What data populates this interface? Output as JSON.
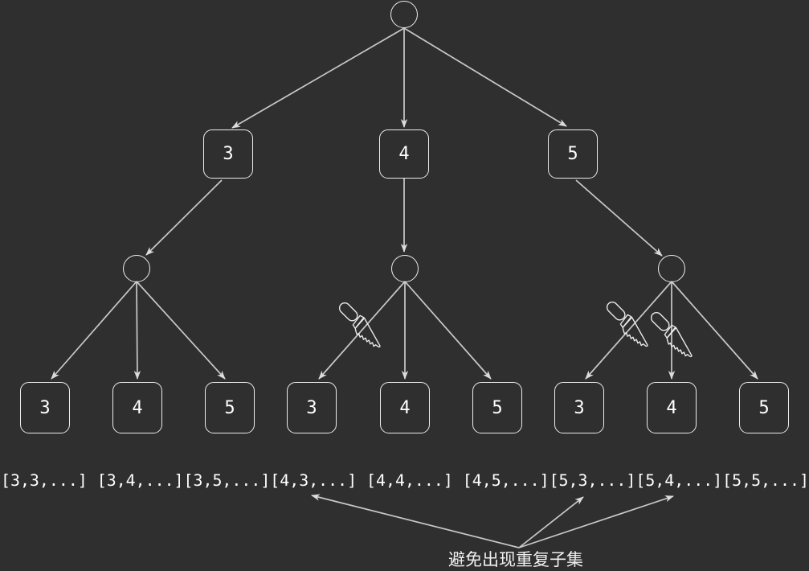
{
  "diagram": {
    "title_hint": "subset enumeration tree",
    "root_label": "",
    "level1_labels": [
      "3",
      "4",
      "5"
    ],
    "leaf_labels": [
      "3",
      "4",
      "5",
      "3",
      "4",
      "5",
      "3",
      "4",
      "5"
    ],
    "pruned_branches": [
      "4→3",
      "5→3",
      "5→4"
    ],
    "subsets_line": "[3,3,...] [3,4,...][3,5,...][4,3,...] [4,4,...] [4,5,...][5,3,...][5,4,...][5,5,...]",
    "caption": "避免出现重复子集"
  },
  "icons": {
    "knife": "knife-icon marking a cut (pruned) branch",
    "arrowhead": "filled triangle arrow marker on every edge"
  },
  "colors": {
    "background": "#2f2f2f",
    "line": "#c9c9c9",
    "border": "#ececec",
    "text": "#ffffff"
  }
}
